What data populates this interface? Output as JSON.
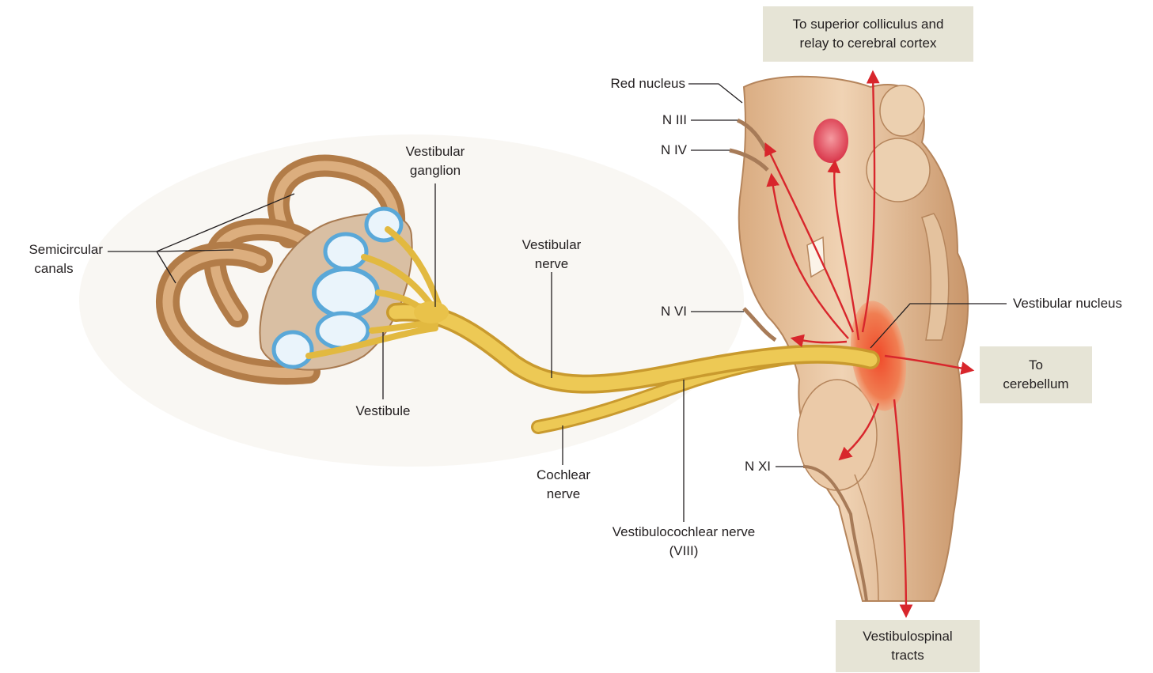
{
  "labels": {
    "semicircular_canals": [
      "Semicircular",
      "canals"
    ],
    "vestibular_ganglion": [
      "Vestibular",
      "ganglion"
    ],
    "vestibule": "Vestibule",
    "vestibular_nerve": [
      "Vestibular",
      "nerve"
    ],
    "cochlear_nerve": [
      "Cochlear",
      "nerve"
    ],
    "vestibulocochlear_nerve": [
      "Vestibulocochlear nerve",
      "(VIII)"
    ],
    "red_nucleus": "Red nucleus",
    "n_iii": "N III",
    "n_iv": "N IV",
    "n_vi": "N VI",
    "n_xi": "N XI",
    "vestibular_nucleus": "Vestibular nucleus"
  },
  "boxes": {
    "superior_colliculus": [
      "To superior colliculus and",
      "relay to cerebral cortex"
    ],
    "cerebellum": [
      "To",
      "cerebellum"
    ],
    "vestibulospinal": [
      "Vestibulospinal",
      "tracts"
    ]
  },
  "colors": {
    "bone": "#c8935c",
    "bone_light": "#e8c197",
    "nerve": "#e9c24a",
    "brainstem": "#e6c6a4",
    "brainstem_shade": "#c99a70",
    "red_nucleus": "#e0424f",
    "vestibular_nucleus": "#ea6a3c",
    "arrow": "#d8262c",
    "label_box": "#e6e4d6",
    "membrane": "#5aa8d8"
  }
}
